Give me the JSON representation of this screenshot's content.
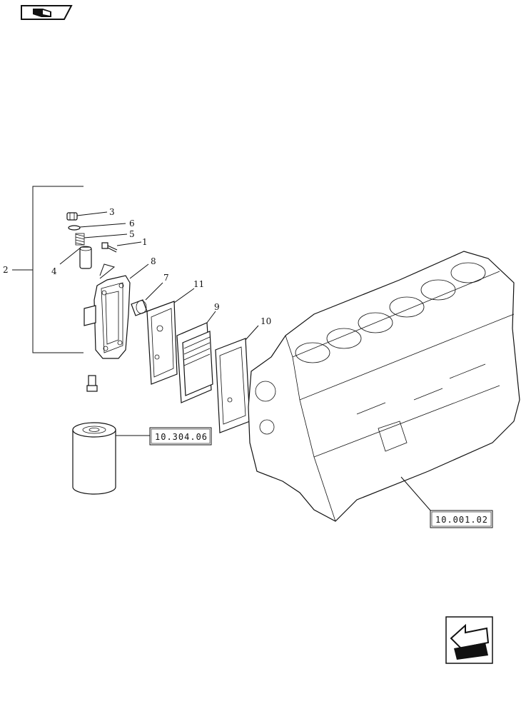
{
  "diagram": {
    "callouts": [
      "1",
      "2",
      "3",
      "4",
      "5",
      "6",
      "7",
      "8",
      "9",
      "10",
      "11"
    ],
    "references": [
      "10.304.06",
      "10.001.02"
    ]
  },
  "icons": {
    "top_nav": "book-page-icon",
    "bottom_nav": "back-arrow-icon"
  }
}
